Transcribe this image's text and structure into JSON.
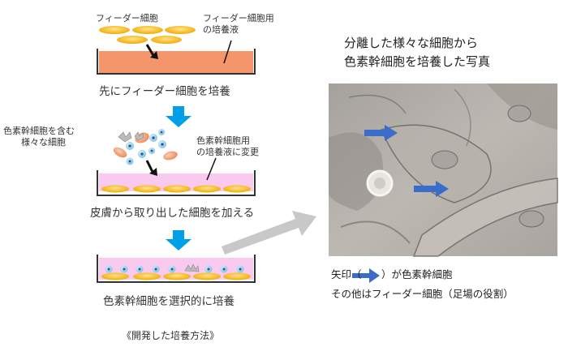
{
  "step1": {
    "feeder_cells_label": "フィーダー細胞",
    "medium_label_line1": "フィーダー細胞用",
    "medium_label_line2": "の培養液",
    "caption": "先にフィーダー細胞を培養"
  },
  "step2": {
    "mixed_cells_line1": "色素幹細胞を含む",
    "mixed_cells_line2": "様々な細胞",
    "medium_change_line1": "色素幹細胞用",
    "medium_change_line2": "の培養液に変更",
    "caption": "皮膚から取り出した細胞を加える"
  },
  "step3": {
    "caption": "色素幹細胞を選択的に培養"
  },
  "method_caption": "《開発した培養方法》",
  "photo": {
    "title_line1": "分離した様々な細胞から",
    "title_line2": "色素幹細胞を培養した写真",
    "legend_prefix": "矢印（",
    "legend_suffix": "）が色素幹細胞",
    "legend_line2": "その他はフィーダー細胞（足場の役割）"
  },
  "colors": {
    "feeder_cell": "#f2b300",
    "feeder_medium": "#f4956b",
    "stem_medium": "#f9c9ef",
    "flow_arrow": "#00a0e9",
    "photo_arrow": "#3a6cc9",
    "gray_arrow": "#c8c8c8"
  }
}
